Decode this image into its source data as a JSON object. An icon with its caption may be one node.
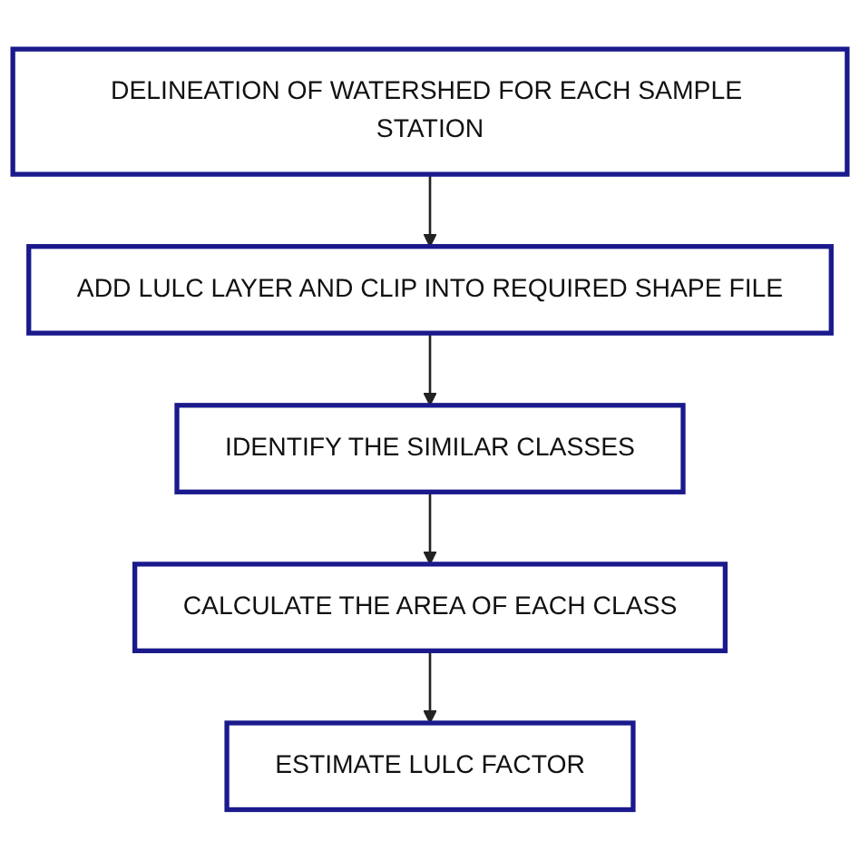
{
  "diagram": {
    "nodes": [
      {
        "text": [
          "DELINEATION OF WATERSHED FOR EACH SAMPLE STATION"
        ]
      },
      {
        "text": [
          "ADD LULC LAYER AND CLIP INTO REQUIRED SHAPE FILE"
        ]
      },
      {
        "text": [
          "IDENTIFY THE SIMILAR CLASSES"
        ]
      },
      {
        "text": [
          "CALCULATE THE AREA OF EACH CLASS"
        ]
      },
      {
        "text": [
          "ESTIMATE LULC FACTOR"
        ]
      }
    ],
    "edges": [
      {
        "from": 0,
        "to": 1,
        "arrow": "to"
      },
      {
        "from": 1,
        "to": 2,
        "arrow": "to"
      },
      {
        "from": 2,
        "to": 3,
        "arrow": "to"
      },
      {
        "from": 3,
        "to": 4,
        "arrow": "to"
      }
    ]
  }
}
